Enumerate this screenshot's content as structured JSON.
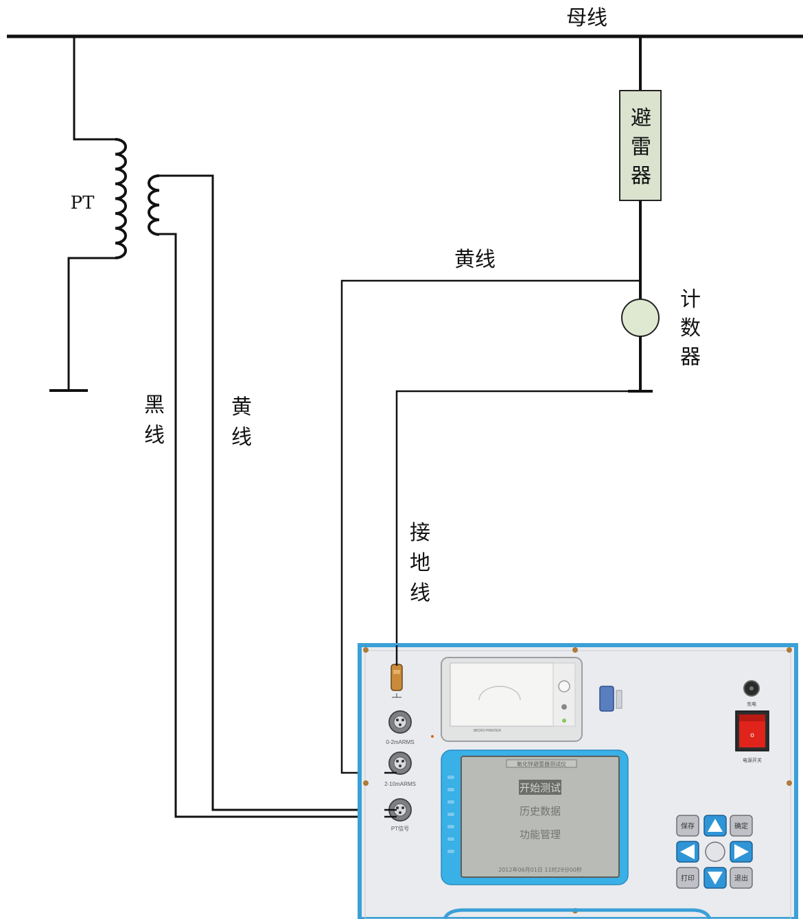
{
  "labels": {
    "busbar": "母线",
    "pt": "PT",
    "arrester": [
      "避",
      "雷",
      "器"
    ],
    "counter": [
      "计",
      "数",
      "器"
    ],
    "yellow_wire_top": "黄线",
    "black_wire": [
      "黑",
      "线"
    ],
    "yellow_wire_left": [
      "黄",
      "线"
    ],
    "ground_wire": [
      "接",
      "地",
      "线"
    ]
  },
  "instrument": {
    "screen_title": "氧化锌避雷器测试仪",
    "menu": [
      "开始测试",
      "历史数据",
      "功能管理"
    ],
    "status_line": "2012年06月01日 11时29分00秒",
    "ports": [
      "0-2mARMS",
      "2-10mARMS",
      "PT信号"
    ],
    "printer_label": "MICRO PRINTER",
    "charge_label": "充电",
    "power_label": "电源开关",
    "power_symbol": "o",
    "keys": {
      "save": "保存",
      "confirm": "确定",
      "print": "打印",
      "exit": "退出"
    }
  },
  "colors": {
    "panel": "#e9ebef",
    "panel_border": "#3aa0d8",
    "screen_bezel": "#39b0e6",
    "lcd": "#b9bbb6",
    "arrester_fill": "#dbe3cf",
    "counter_fill": "#dfe8d1",
    "power_switch": "#e0241b",
    "arrow_key": "#2f95d6"
  }
}
